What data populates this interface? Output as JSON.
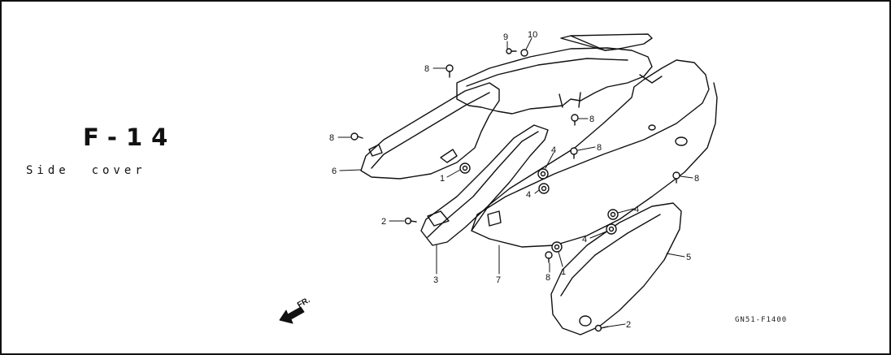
{
  "page": {
    "title": "F-14",
    "subtitle": "Side  cover",
    "drawing_code": "GN51-F1400"
  },
  "direction_marker": {
    "label": "FR."
  },
  "callouts": [
    {
      "id": "c9",
      "label": "9"
    },
    {
      "id": "c10",
      "label": "10"
    },
    {
      "id": "c8a",
      "label": "8"
    },
    {
      "id": "c8b",
      "label": "8"
    },
    {
      "id": "c6",
      "label": "6"
    },
    {
      "id": "c1a",
      "label": "1"
    },
    {
      "id": "c8c",
      "label": "8"
    },
    {
      "id": "c8d",
      "label": "8"
    },
    {
      "id": "c4a",
      "label": "4"
    },
    {
      "id": "c4b",
      "label": "4"
    },
    {
      "id": "c8e",
      "label": "8"
    },
    {
      "id": "c2a",
      "label": "2"
    },
    {
      "id": "c4c",
      "label": "4"
    },
    {
      "id": "c4d",
      "label": "4"
    },
    {
      "id": "c5",
      "label": "5"
    },
    {
      "id": "c3",
      "label": "3"
    },
    {
      "id": "c7",
      "label": "7"
    },
    {
      "id": "c8f",
      "label": "8"
    },
    {
      "id": "c1b",
      "label": "1"
    },
    {
      "id": "c2b",
      "label": "2"
    }
  ]
}
